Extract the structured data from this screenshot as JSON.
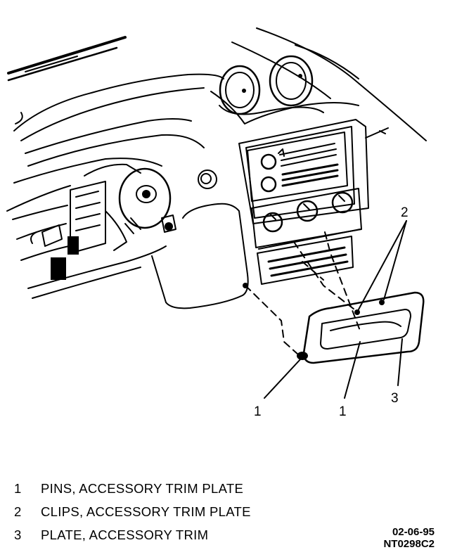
{
  "callouts": {
    "c1a": "1",
    "c1b": "1",
    "c2": "2",
    "c3": "3"
  },
  "legend": [
    {
      "num": "1",
      "text": "PINS, ACCESSORY TRIM PLATE"
    },
    {
      "num": "2",
      "text": "CLIPS, ACCESSORY TRIM PLATE"
    },
    {
      "num": "3",
      "text": "PLATE, ACCESSORY TRIM"
    }
  ],
  "figure_code": {
    "date": "02-06-95",
    "id": "NT0298C2"
  }
}
